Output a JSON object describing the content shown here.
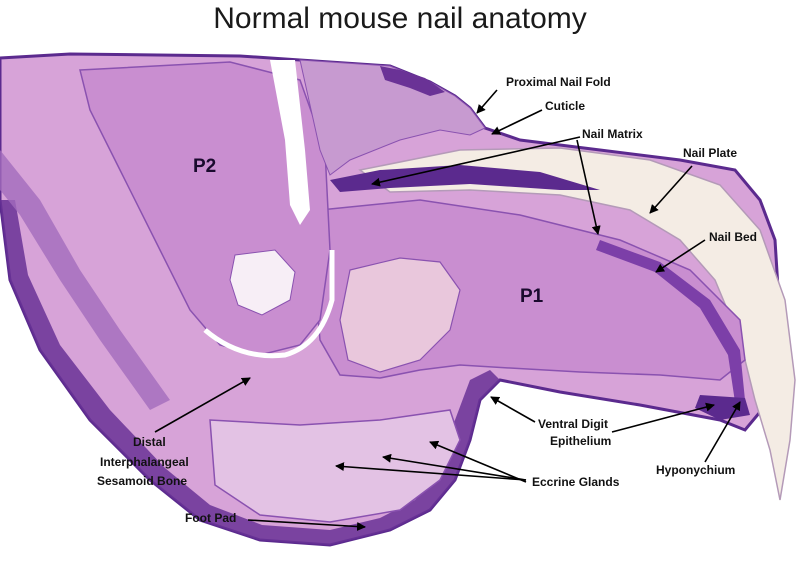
{
  "title": "Normal mouse nail anatomy",
  "structures": {
    "p2": "P2",
    "p1": "P1"
  },
  "labels": {
    "proximal_nail_fold": "Proximal Nail Fold",
    "cuticle": "Cuticle",
    "nail_matrix": "Nail Matrix",
    "nail_plate": "Nail Plate",
    "nail_bed": "Nail Bed",
    "ventral_digit_epithelium_1": "Ventral Digit",
    "ventral_digit_epithelium_2": "Epithelium",
    "hyponychium": "Hyponychium",
    "eccrine_glands": "Eccrine Glands",
    "distal_sesamoid_1": "Distal",
    "distal_sesamoid_2": "Interphalangeal",
    "distal_sesamoid_3": "Sesamoid Bone",
    "foot_pad": "Foot Pad"
  },
  "colors": {
    "tissue_light": "#d7a3d8",
    "tissue_mid": "#b77cc6",
    "tissue_dark": "#5b2a8e",
    "bone": "#c98ed0",
    "nail_plate": "#f4ece4",
    "marrow": "#e9c7dc"
  }
}
